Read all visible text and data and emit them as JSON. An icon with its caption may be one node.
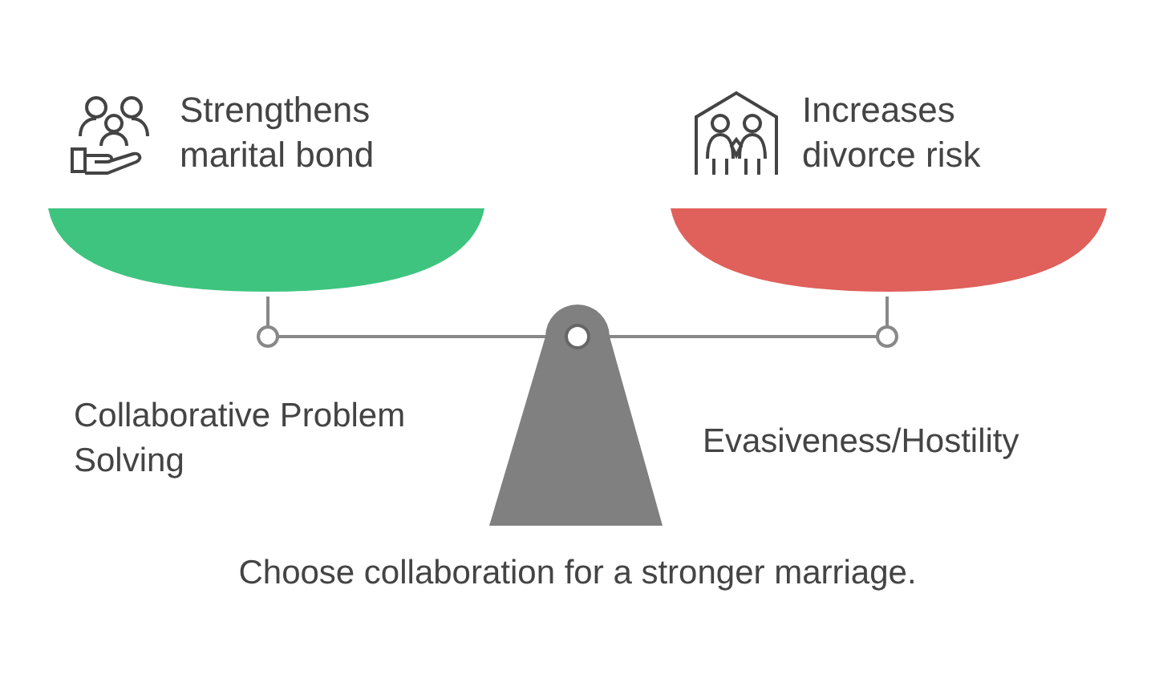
{
  "diagram": {
    "nodes": [
      {
        "text": [
          "Strengthens marital bond"
        ]
      },
      {
        "text": [
          "Increases divorce risk"
        ]
      }
    ],
    "labels": [
      "Collaborative Problem Solving",
      "Evasiveness/Hostility"
    ],
    "caption": "Choose collaboration for a stronger marriage."
  }
}
